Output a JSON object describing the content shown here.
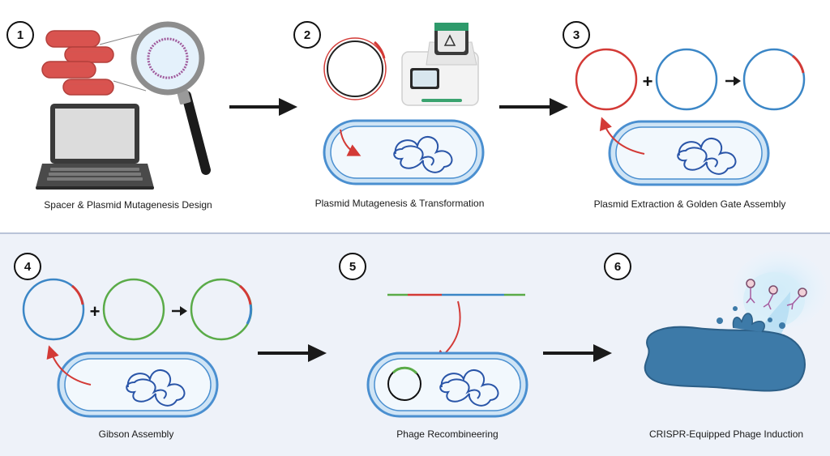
{
  "steps": [
    {
      "number": "1",
      "label": "Spacer & Plasmid Mutagenesis Design"
    },
    {
      "number": "2",
      "label": "Plasmid Mutagenesis & Transformation"
    },
    {
      "number": "3",
      "label": "Plasmid Extraction & Golden Gate Assembly"
    },
    {
      "number": "4",
      "label": "Gibson Assembly"
    },
    {
      "number": "5",
      "label": "Phage Recombineering"
    },
    {
      "number": "6",
      "label": "CRISPR-Equipped Phage Induction"
    }
  ],
  "operators": {
    "plus": "+"
  },
  "colors": {
    "top_panel_bg": "#ffffff",
    "bottom_panel_bg": "#eef2f9",
    "divider": "#b9c4d8",
    "cell_outer": "#4a8fd0",
    "cell_inner_fill": "#eef6fc",
    "dna": "#2a55a8",
    "plasmid_red": "#d33a36",
    "plasmid_blue": "#3b86c6",
    "plasmid_green": "#5aab48",
    "arrow": "#1a1a1a",
    "bacterium_red": "#d9534f",
    "burst_blue": "#3d7aa8"
  }
}
